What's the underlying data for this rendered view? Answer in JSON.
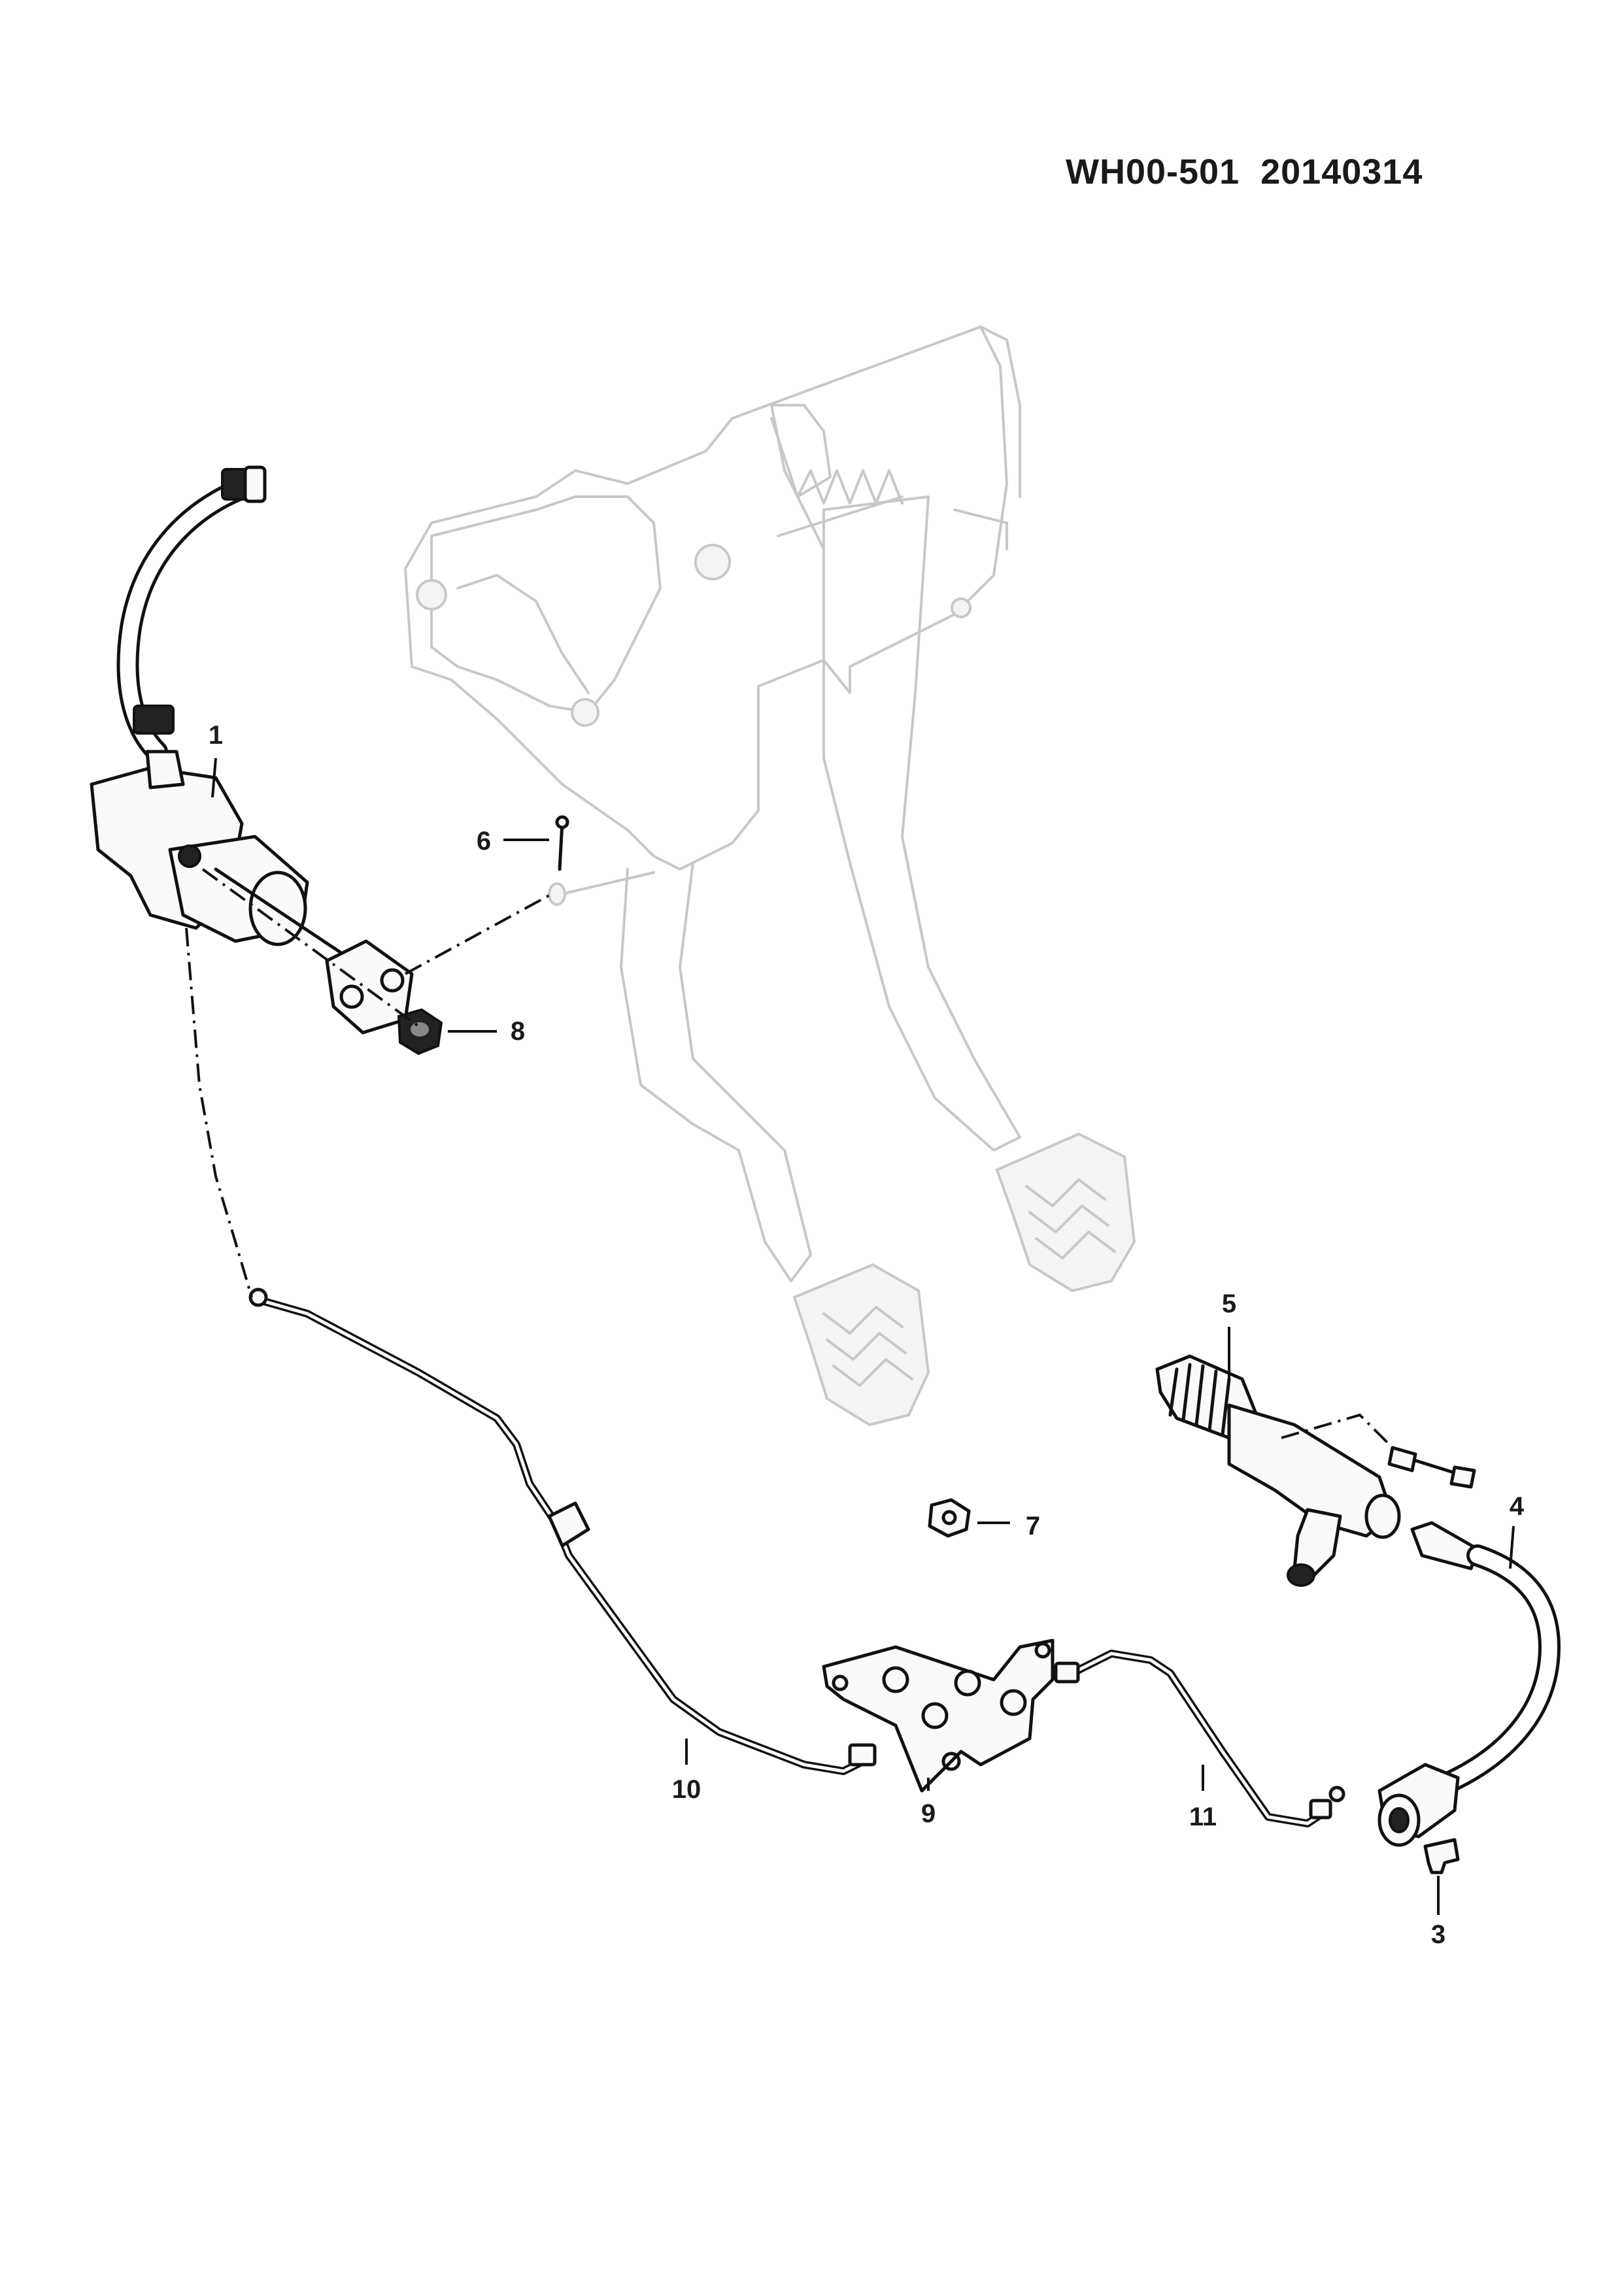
{
  "header": {
    "doc_code": "WH00-501  20140314"
  },
  "callouts": [
    {
      "id": "1",
      "label": "1"
    },
    {
      "id": "3",
      "label": "3"
    },
    {
      "id": "4",
      "label": "4"
    },
    {
      "id": "5",
      "label": "5"
    },
    {
      "id": "6",
      "label": "6"
    },
    {
      "id": "7",
      "label": "7"
    },
    {
      "id": "8",
      "label": "8"
    },
    {
      "id": "9",
      "label": "9"
    },
    {
      "id": "10",
      "label": "10"
    },
    {
      "id": "11",
      "label": "11"
    }
  ]
}
